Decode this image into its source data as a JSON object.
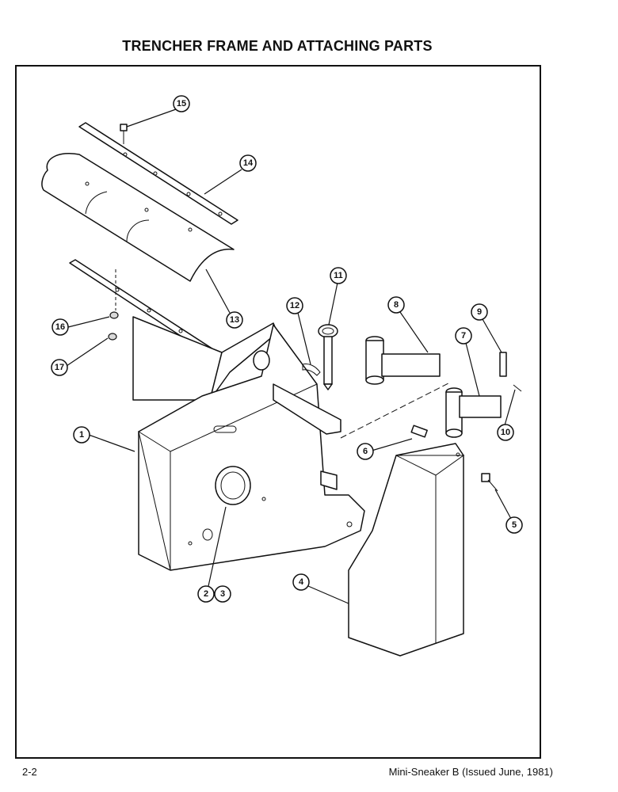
{
  "page": {
    "title": "TRENCHER FRAME AND ATTACHING PARTS",
    "footer_left": "2-2",
    "footer_right": "Mini-Sneaker B (Issued June, 1981)"
  },
  "callouts": {
    "c1": "1",
    "c2": "2",
    "c3": "3",
    "c4": "4",
    "c5": "5",
    "c6": "6",
    "c7": "7",
    "c8": "8",
    "c9": "9",
    "c10": "10",
    "c11": "11",
    "c12": "12",
    "c13": "13",
    "c14": "14",
    "c15": "15",
    "c16": "16",
    "c17": "17"
  }
}
